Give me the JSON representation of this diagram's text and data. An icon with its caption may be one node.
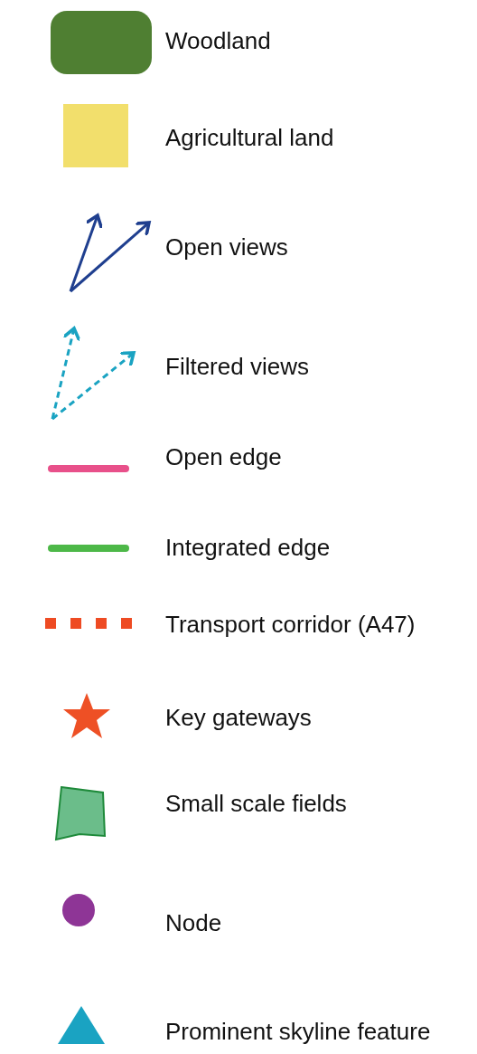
{
  "diagram": {
    "legend": [
      {
        "text": "Woodland",
        "color": "#4f7f32"
      },
      {
        "text": "Agricultural land",
        "color": "#f2df6c"
      },
      {
        "text": "Open views"
      },
      {
        "text": "Filtered views"
      },
      {
        "text": "Open edge"
      },
      {
        "text": "Integrated edge"
      },
      {
        "text": "Transport corridor (A47)"
      },
      {
        "text": "Key gateways"
      },
      {
        "text": "Small scale fields"
      },
      {
        "text": "Node"
      },
      {
        "text": "Prominent skyline feature"
      }
    ]
  }
}
